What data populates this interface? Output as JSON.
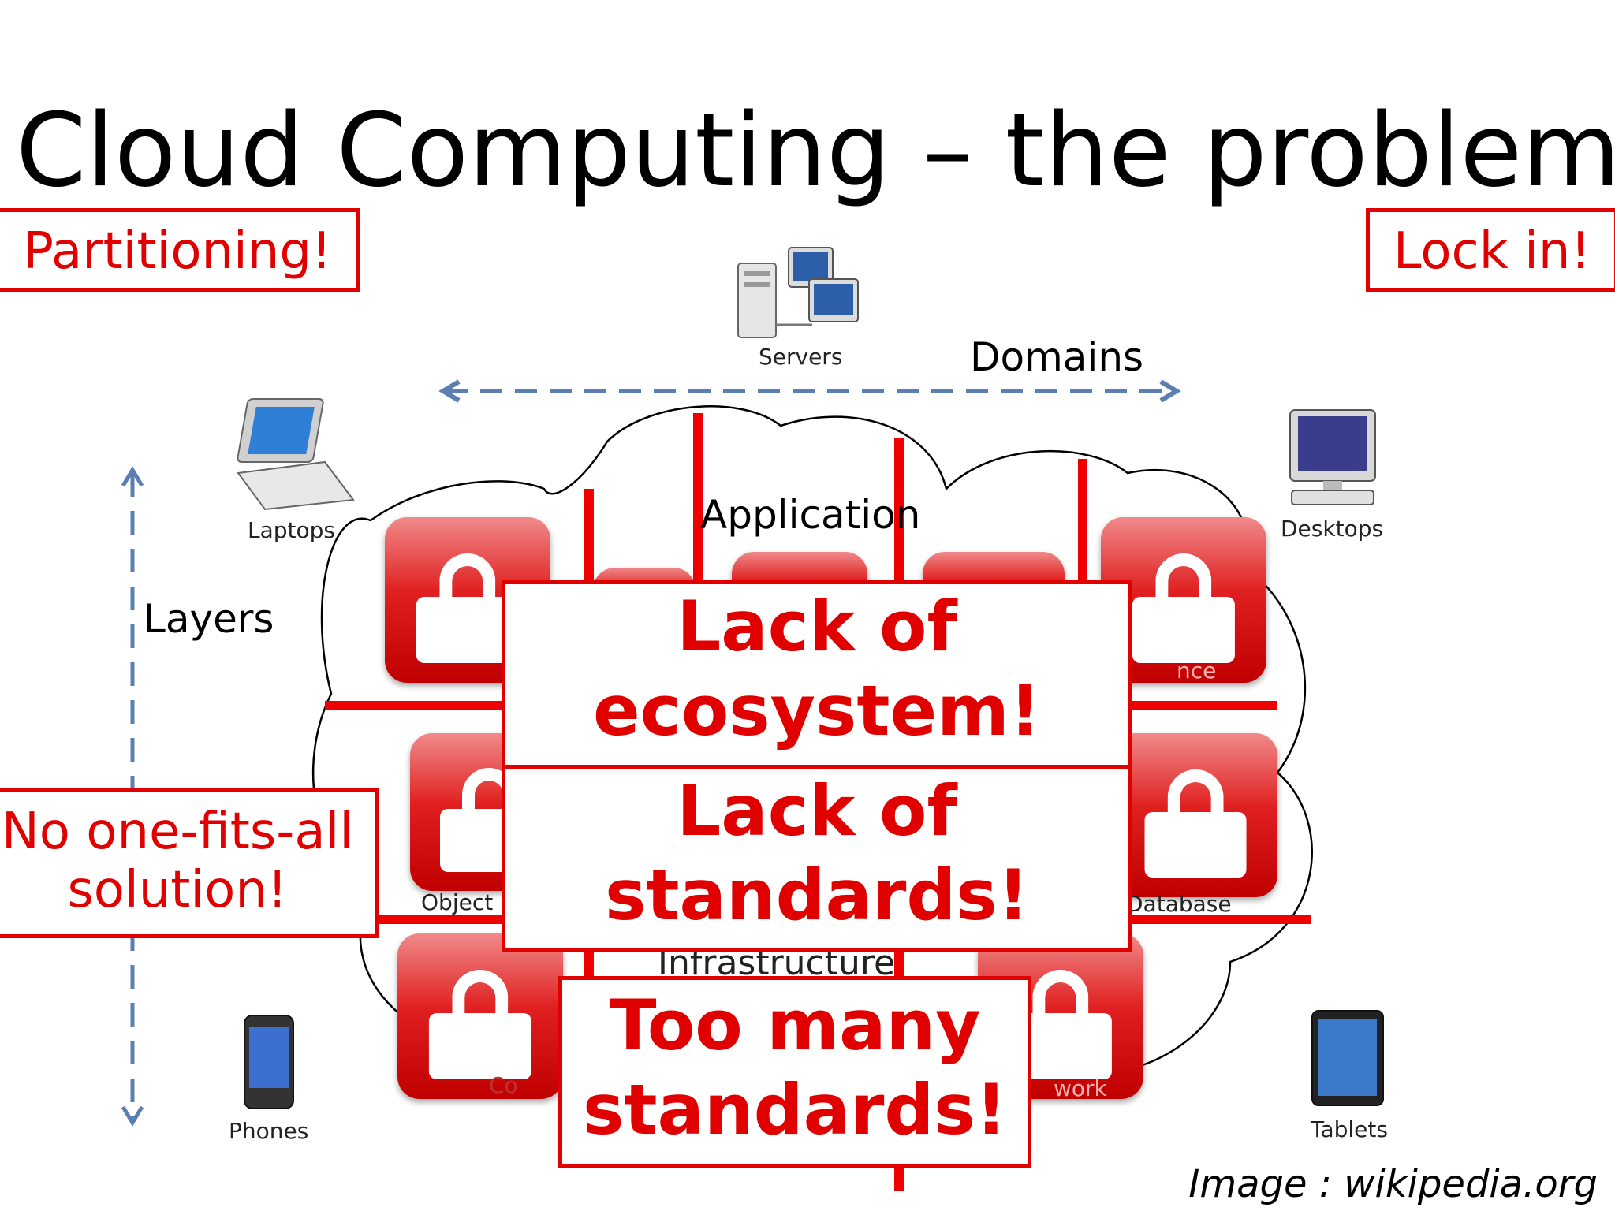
{
  "title": "Cloud Computing – the problem",
  "tags": {
    "partitioning": "Partitioning!",
    "lock_in": "Lock in!",
    "no_one_fits": [
      "No one-fits-all",
      "solution!"
    ]
  },
  "boxes": {
    "ecosystem": [
      "Lack of",
      "ecosystem!"
    ],
    "standards": [
      "Lack of",
      "standards!"
    ],
    "too_many": [
      "Too many",
      "standards!"
    ]
  },
  "diagram": {
    "domains": "Domains",
    "layers": "Layers",
    "application": "Application",
    "partial_labels": [
      "Object",
      "Database",
      "Infrastructure",
      "Co",
      "work",
      "nce"
    ]
  },
  "devices": {
    "servers": "Servers",
    "laptops": "Laptops",
    "desktops": "Desktops",
    "phones": "Phones",
    "tablets": "Tablets"
  },
  "caption": "Image : wikipedia.org",
  "colors": {
    "accent_red": "#e00000",
    "arrow_blue": "#5b7fb0"
  }
}
